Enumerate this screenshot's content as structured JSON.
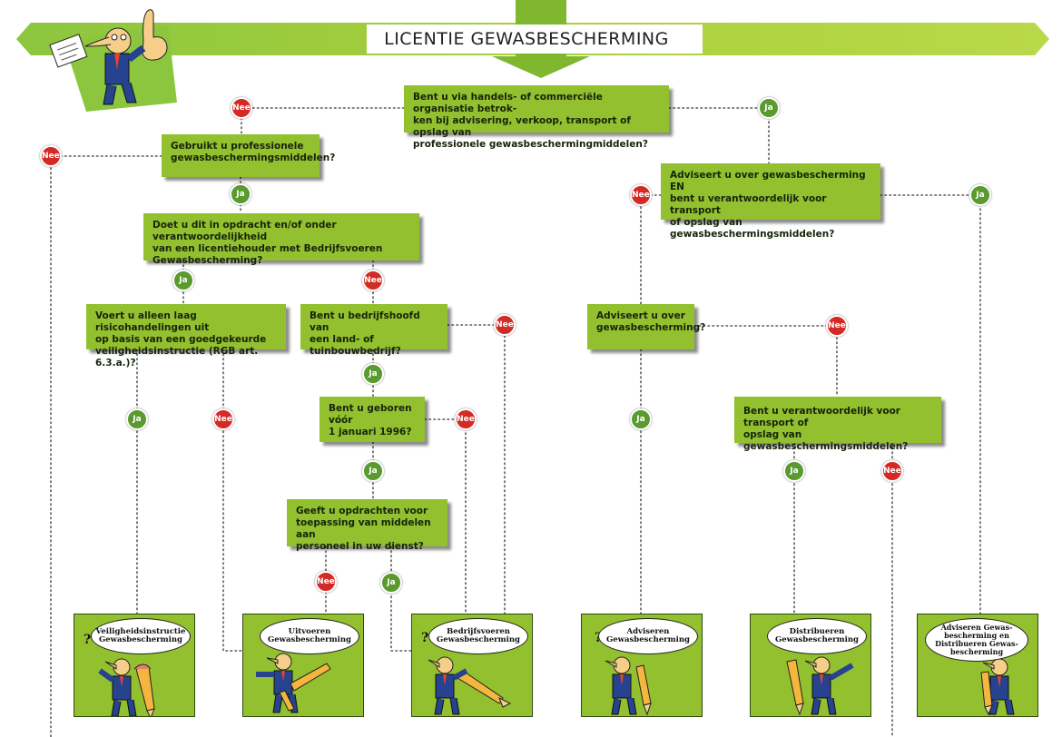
{
  "title": "LICENTIE GEWASBESCHERMING",
  "colors": {
    "green_box": "#93c02f",
    "banner_green": "#a9cf3b",
    "ja_badge": "#5a9a2e",
    "nee_badge": "#d42a25",
    "dotted_line": "#555555"
  },
  "questions": {
    "q1": "Bent u via handels- of commerciële organisatie betrok-\nken bij advisering, verkoop, transport of opslag van\nprofessionele gewasbeschermingmiddelen?",
    "q2": "Gebruikt u professionele\ngewasbeschermingsmiddelen?",
    "q3": "Doet u dit in opdracht en/of onder verantwoordelijkheid\nvan een licentiehouder met Bedrijfsvoeren\nGewasbescherming?",
    "q4": "Voert u alleen laag risicohandelingen uit\nop basis van een goedgekeurde\nveiligheidsinstructie (RGB art. 6.3.a.)?",
    "q5": "Bent u bedrijfshoofd van\neen land- of tuinbouwbedrijf?",
    "q6": "Bent u geboren vóór\n1 januari 1996?",
    "q7": "Geeft u opdrachten voor\ntoepassing van middelen aan\npersoneel in uw dienst?",
    "q8": "Adviseert u over gewasbescherming\nEN\nbent u verantwoordelijk voor transport\nof opslag van gewasbeschermingsmiddelen?",
    "q9": "Adviseert u over\ngewasbescherming?",
    "q10": "Bent u verantwoordelijk voor transport of\nopslag van gewasbeschermingsmiddelen?"
  },
  "labels": {
    "ja": "Ja",
    "nee": "Nee"
  },
  "results": [
    {
      "label": "Veiligheidsinstructie\nGewasbescherming"
    },
    {
      "label": "Uitvoeren\nGewasbescherming"
    },
    {
      "label": "Bedrijfsvoeren\nGewasbescherming"
    },
    {
      "label": "Adviseren\nGewasbescherming"
    },
    {
      "label": "Distribueren\nGewasbescherming"
    },
    {
      "label": "Adviseren Gewas-\nbescherming en\nDistribueren Gewas-\nbescherming"
    }
  ]
}
